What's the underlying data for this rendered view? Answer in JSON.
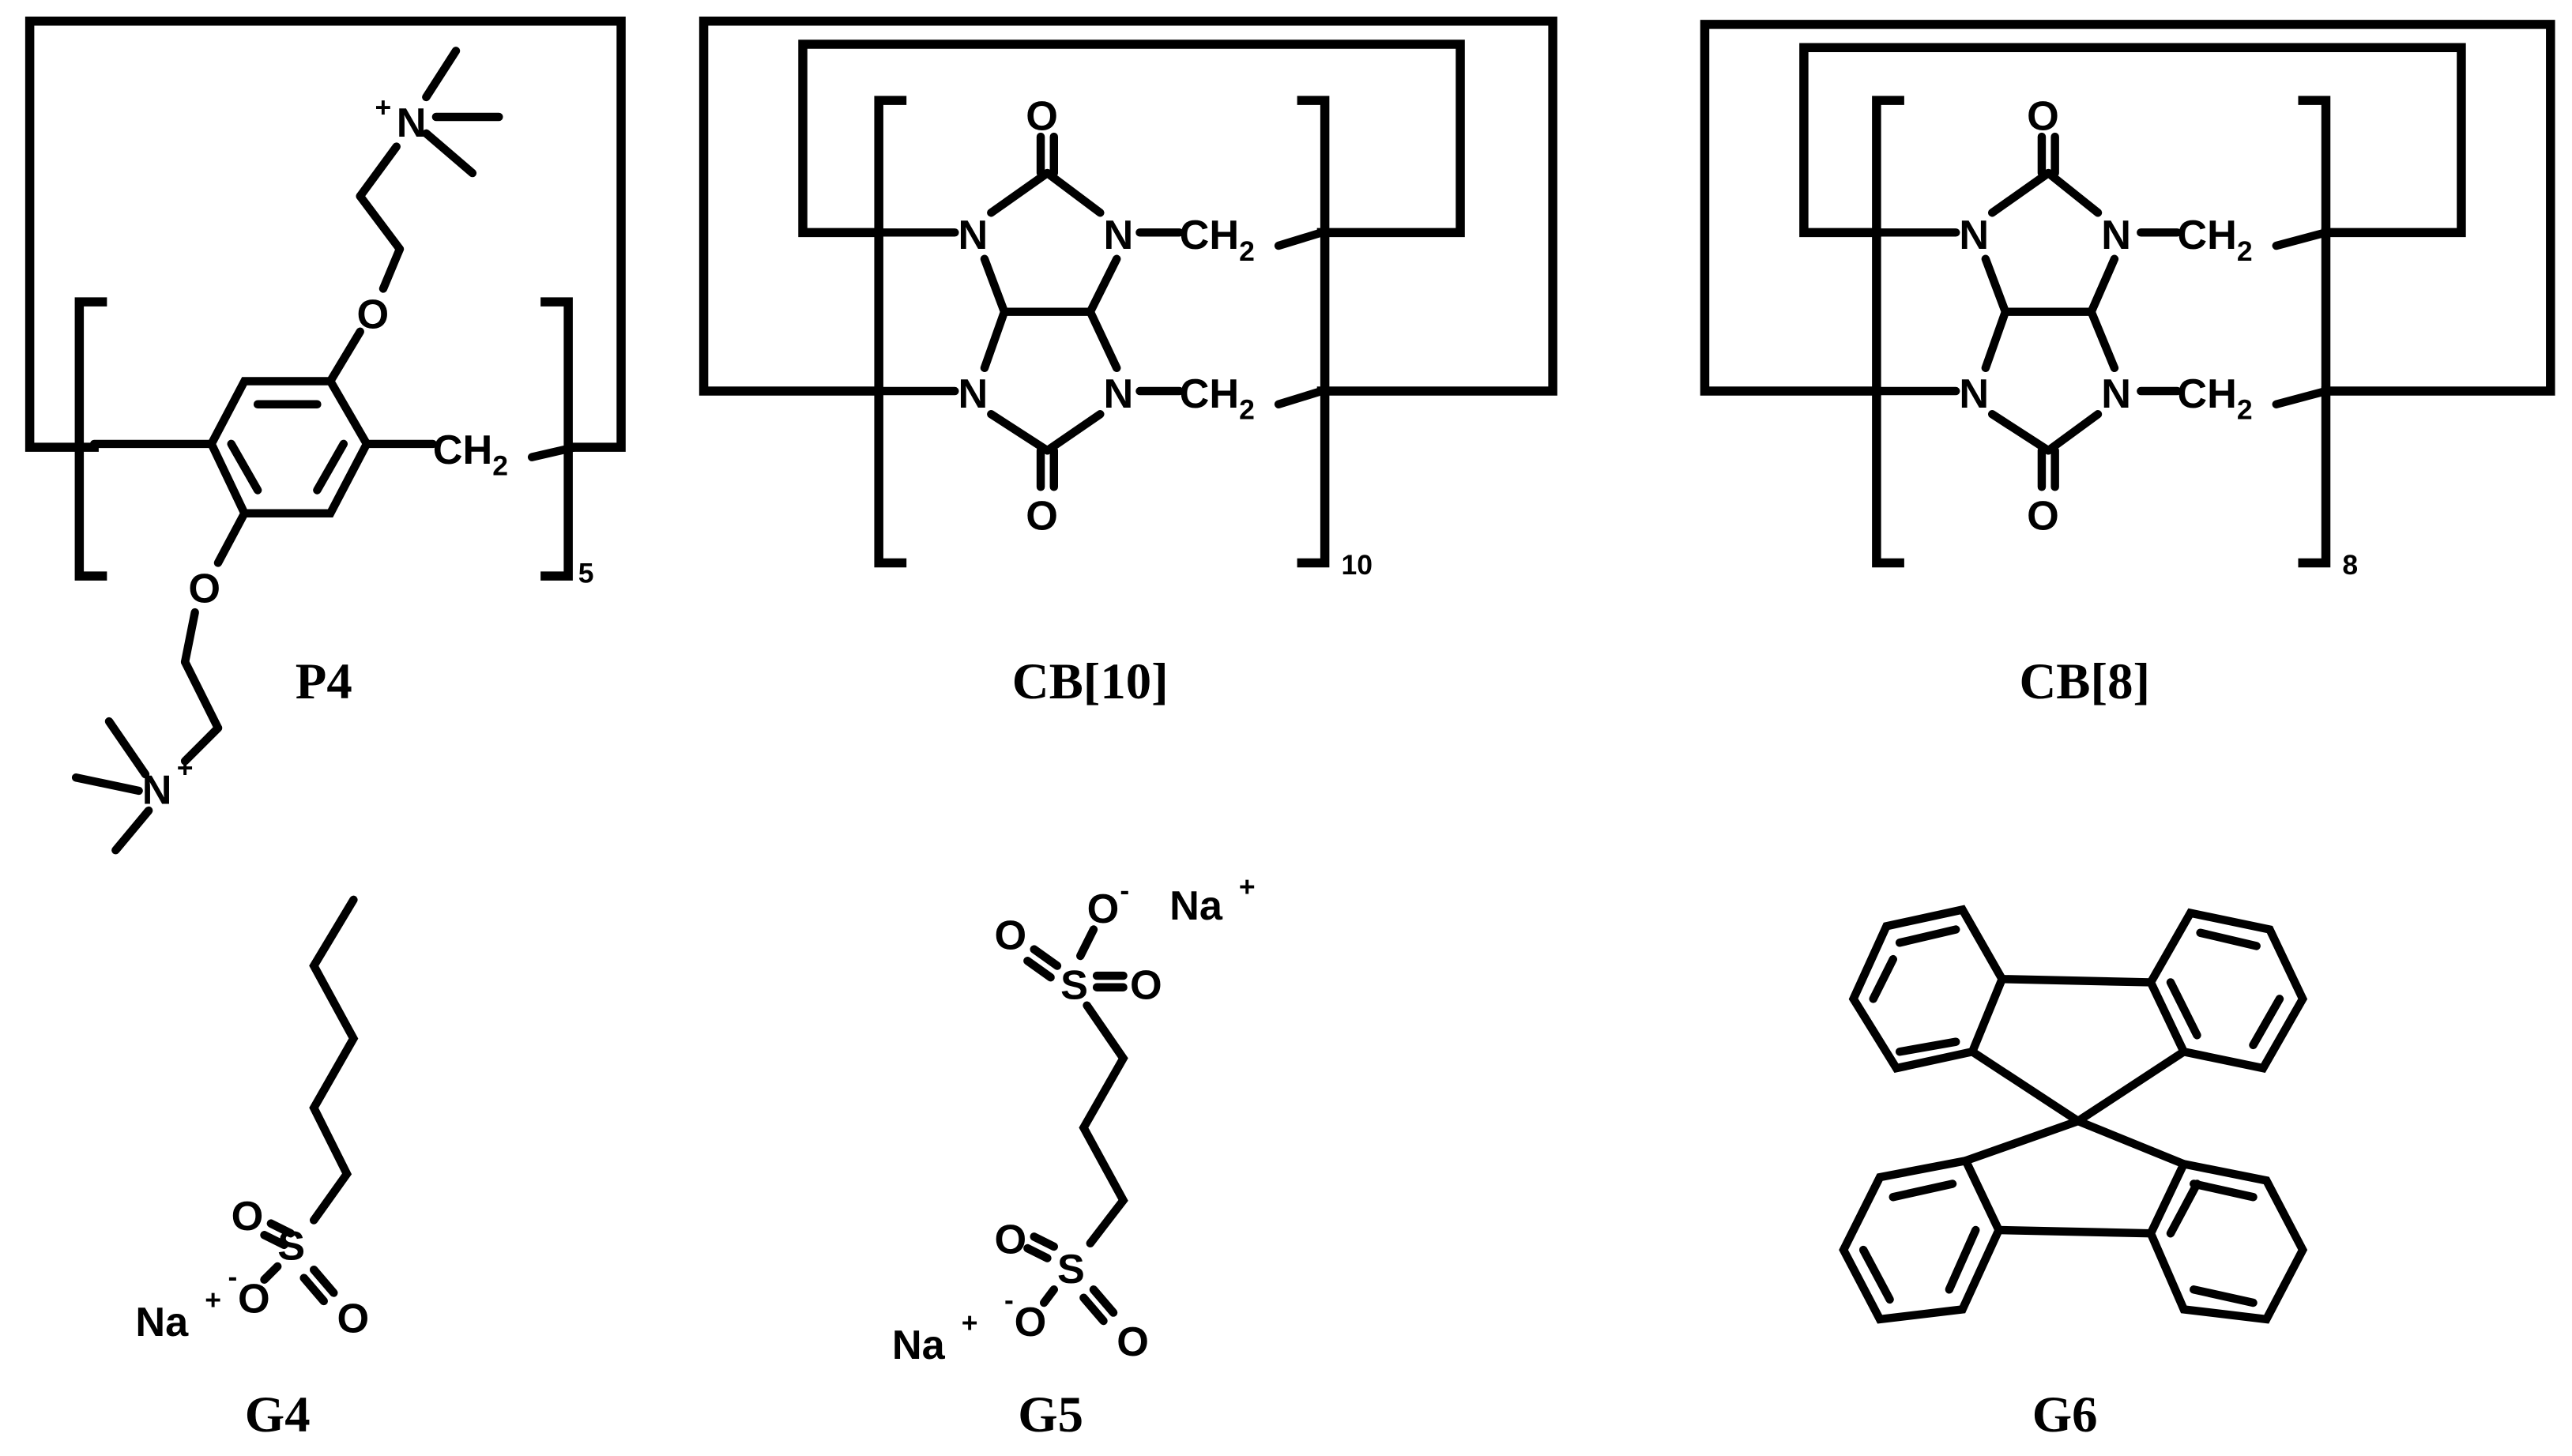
{
  "structures": [
    {
      "id": "P4",
      "caption": "P4",
      "repeat_count": "5",
      "atoms": {
        "oxygen": "O",
        "nitrogen": "N",
        "cation": "+",
        "methylene": "CH",
        "methylene_sub": "2"
      }
    },
    {
      "id": "CB10",
      "caption": "CB[10]",
      "repeat_count": "10",
      "atoms": {
        "oxygen": "O",
        "nitrogen": "N",
        "methylene": "CH",
        "methylene_sub": "2"
      }
    },
    {
      "id": "CB8",
      "caption": "CB[8]",
      "repeat_count": "8",
      "atoms": {
        "oxygen": "O",
        "nitrogen": "N",
        "methylene": "CH",
        "methylene_sub": "2"
      }
    },
    {
      "id": "G4",
      "caption": "G4",
      "atoms": {
        "sulfur": "S",
        "oxygen": "O",
        "anion": "-",
        "sodium": "Na",
        "cation": "+"
      }
    },
    {
      "id": "G5",
      "caption": "G5",
      "atoms": {
        "sulfur": "S",
        "oxygen": "O",
        "anion": "-",
        "sodium": "Na",
        "cation": "+"
      }
    },
    {
      "id": "G6",
      "caption": "G6"
    }
  ],
  "colors": {
    "ink": "#000000",
    "background": "#ffffff"
  }
}
